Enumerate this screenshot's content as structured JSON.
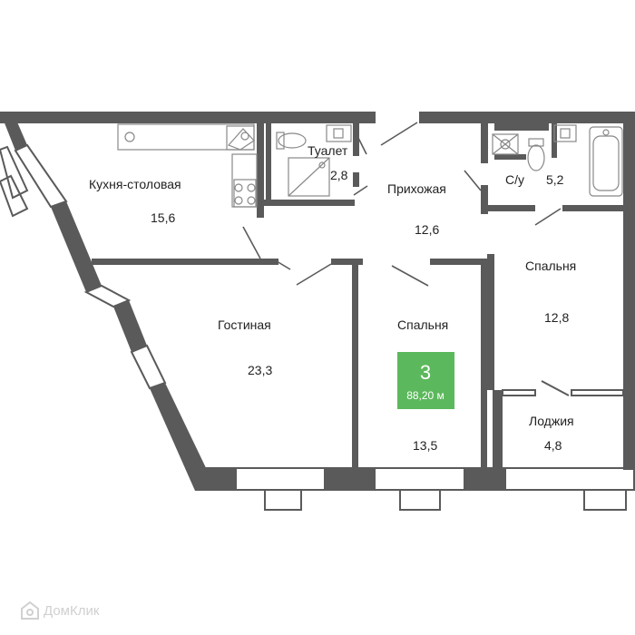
{
  "rooms": {
    "kitchen": {
      "name": "Кухня-столовая",
      "area": "15,6"
    },
    "toilet": {
      "name": "Туалет",
      "area": "2,8"
    },
    "hallway": {
      "name": "Прихожая",
      "area": "12,6"
    },
    "bathroom": {
      "name": "С/у",
      "area": "5,2"
    },
    "living": {
      "name": "Гостиная",
      "area": "23,3"
    },
    "bedroom1": {
      "name": "Спальня",
      "area": "13,5"
    },
    "bedroom2": {
      "name": "Спальня",
      "area": "12,8"
    },
    "loggia": {
      "name": "Лоджия",
      "area": "4,8"
    }
  },
  "badge": {
    "rooms": "3",
    "area": "88,20 м"
  },
  "watermark": {
    "text": "ДомКлик"
  },
  "colors": {
    "wall": "#5a5a5a",
    "fixture": "#888888",
    "badge": "#5cb85c"
  }
}
